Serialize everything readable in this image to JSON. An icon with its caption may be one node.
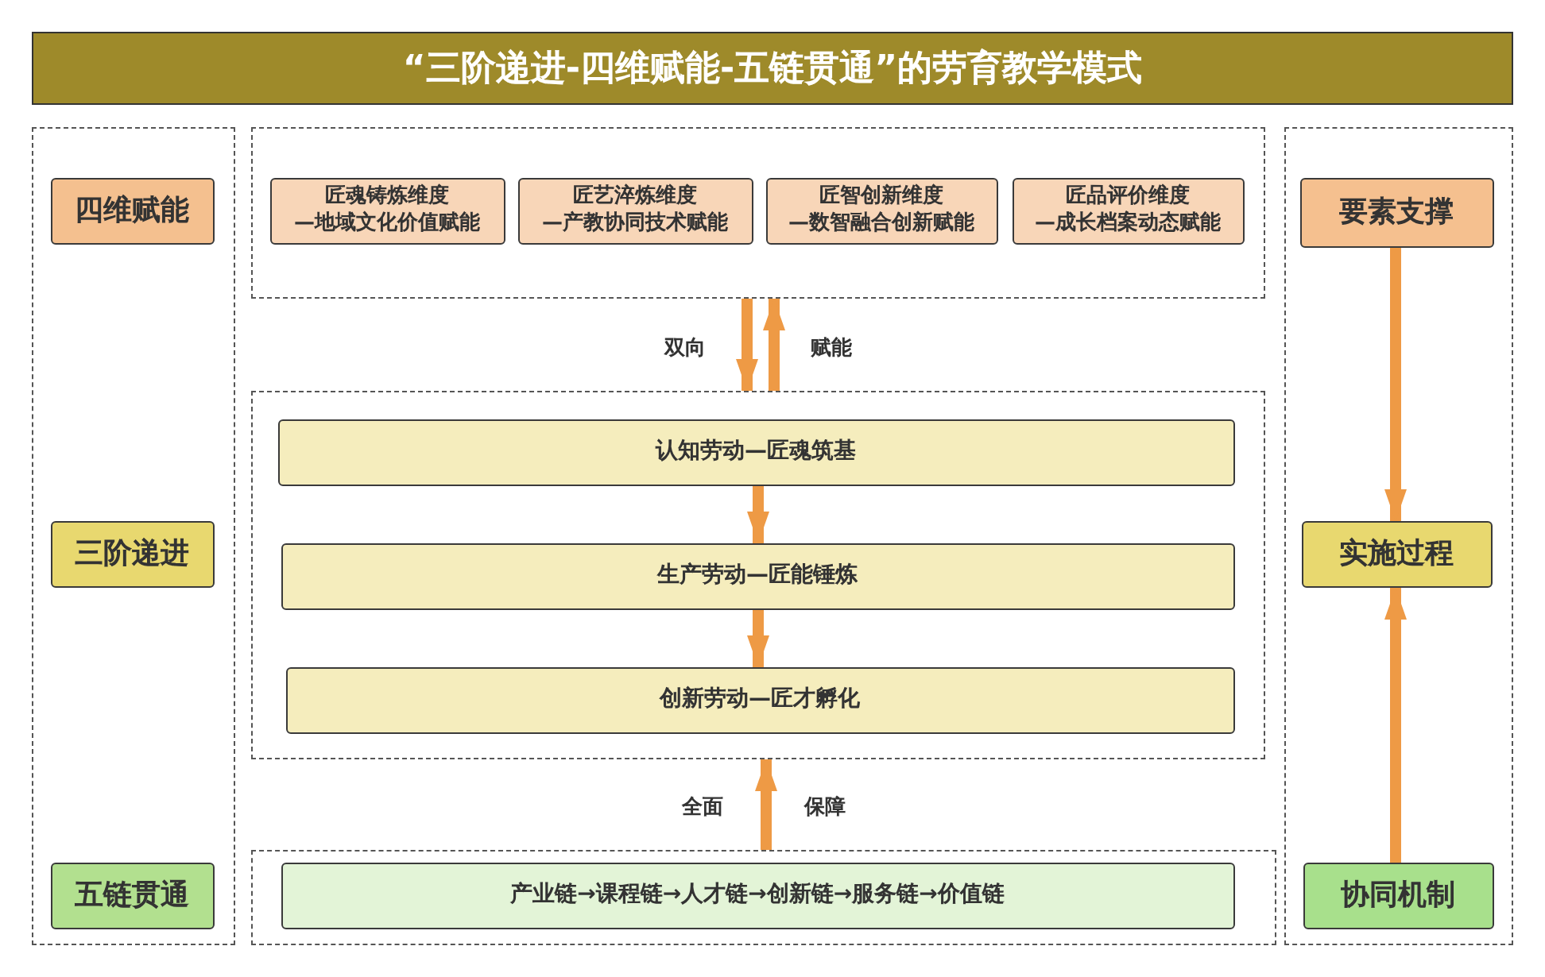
{
  "diagram": {
    "title": "“三阶递进-四维赋能-五链贯通”的劳育教学模式",
    "nodes": [
      {
        "text": [],
        "shape": "box"
      },
      {
        "text": [
          "四维赋能"
        ],
        "in": 0
      },
      {
        "text": [
          "三阶递进"
        ],
        "in": 0
      },
      {
        "text": [
          "五链贯通"
        ],
        "in": 0
      },
      {
        "text": [],
        "shape": "box"
      },
      {
        "text": [
          "匠魂铸炼维度",
          "—地域文化价值赋能"
        ],
        "in": 4
      },
      {
        "text": [
          "匠艺淬炼维度",
          "—产教协同技术赋能"
        ],
        "in": 4
      },
      {
        "text": [
          "匠智创新维度",
          "—数智融合创新赋能"
        ],
        "in": 4
      },
      {
        "text": [
          "匠品评价维度",
          "—成长档案动态赋能"
        ],
        "in": 4
      },
      {
        "text": [],
        "shape": "box"
      },
      {
        "text": [
          "认知劳动—匠魂筑基"
        ],
        "in": 9
      },
      {
        "text": [
          "生产劳动—匠能锤炼"
        ],
        "in": 9
      },
      {
        "text": [
          "创新劳动—匠才孵化"
        ],
        "in": 9
      },
      {
        "text": [],
        "shape": "box"
      },
      {
        "text": [
          "产业链→课程链→人才链→创新链→服务链→价值链"
        ],
        "in": 13
      },
      {
        "text": [],
        "shape": "box"
      },
      {
        "text": [
          "要素支撑"
        ],
        "in": 15
      },
      {
        "text": [
          "实施过程"
        ],
        "in": 15
      },
      {
        "text": [
          "协同机制"
        ],
        "in": 15
      }
    ],
    "edges": [
      {
        "from": 4,
        "to": 9,
        "arrow": "to",
        "label": "双向"
      },
      {
        "from": 9,
        "to": 4,
        "arrow": "to",
        "label": "赋能"
      },
      {
        "from": 10,
        "to": 11,
        "arrow": "to"
      },
      {
        "from": 11,
        "to": 12,
        "arrow": "to"
      },
      {
        "from": 13,
        "to": 9,
        "arrow": "to"
      },
      {
        "from": 16,
        "to": 17,
        "arrow": "to"
      },
      {
        "from": 18,
        "to": 17,
        "arrow": "to"
      }
    ],
    "labels": [
      "全面",
      "保障"
    ]
  }
}
